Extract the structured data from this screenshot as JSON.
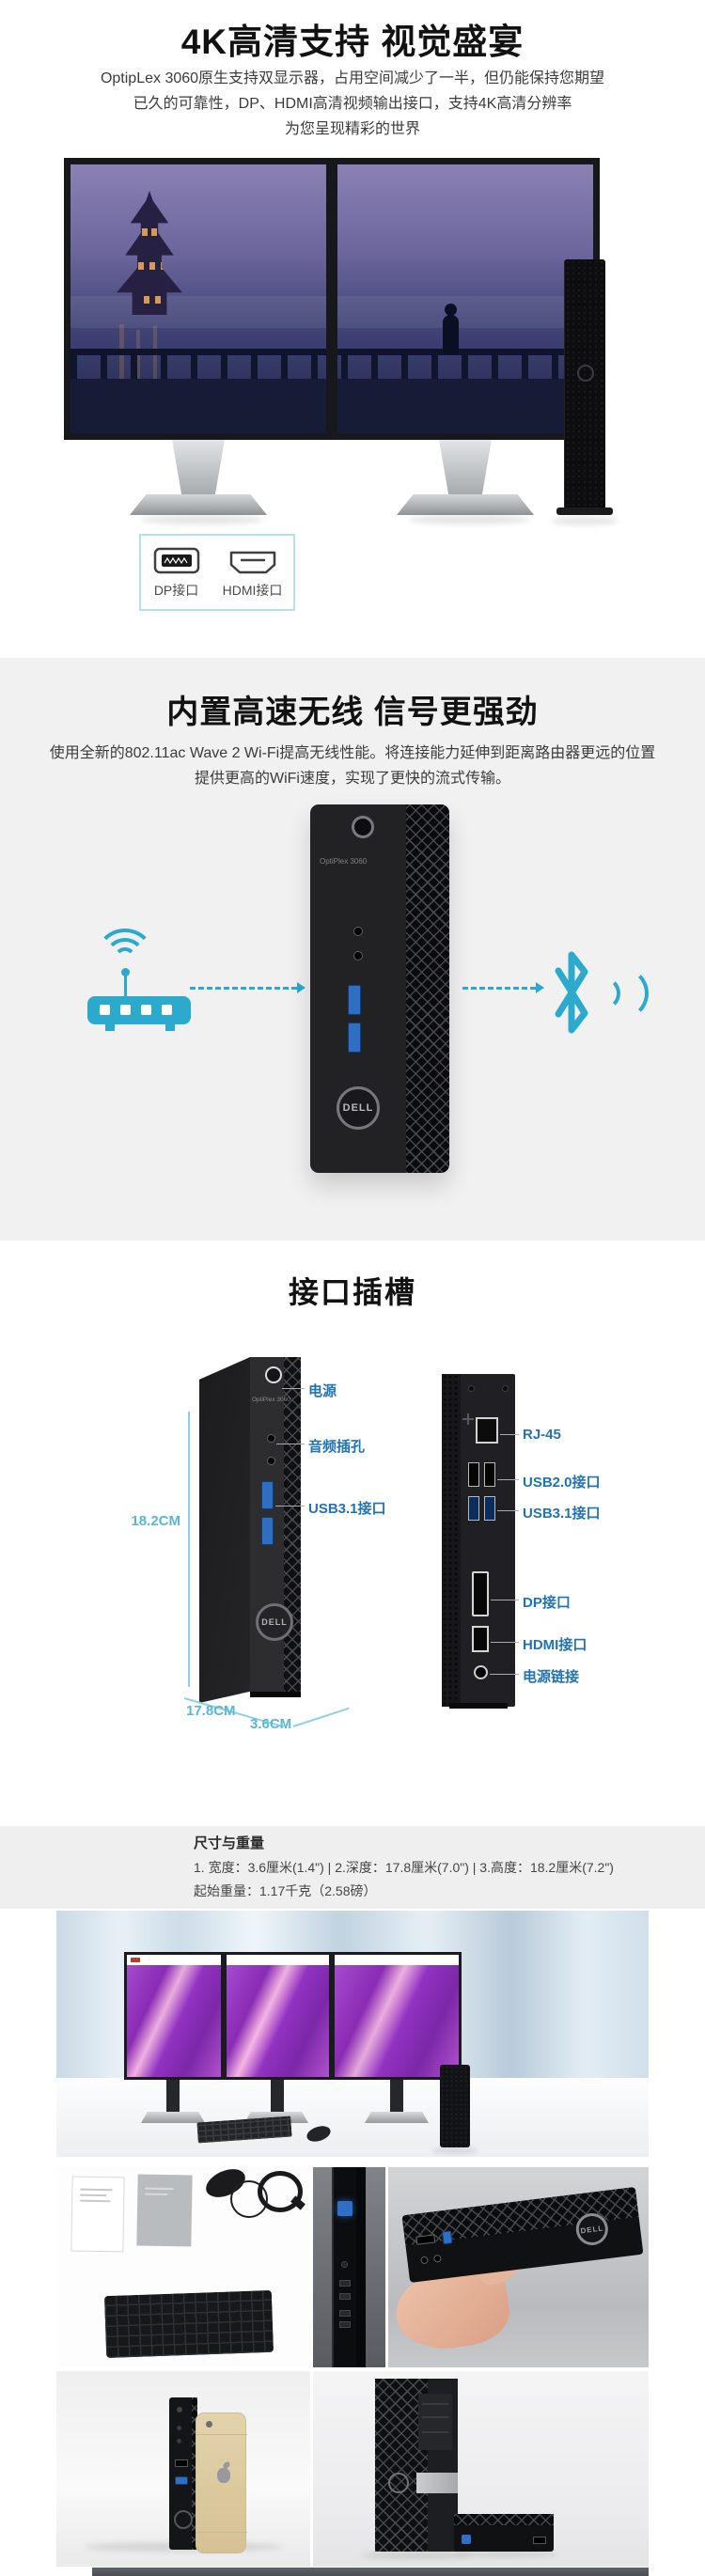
{
  "brand": "DELL",
  "device_label": "OptiPlex 3060",
  "colors": {
    "label_blue": "#2273b5",
    "dim_cyan": "#57b7da",
    "teal": "#2caacd",
    "usb_blue": "#2e6fc4",
    "wifi_section_bg": "#f1f1f2",
    "specs_section_bg": "#efeff0"
  },
  "icons": {
    "dp_port": "dp-port-icon",
    "hdmi_port": "hdmi-port-icon",
    "wifi_router": "wifi-router-icon",
    "bluetooth": "bluetooth-icon"
  },
  "section_4k": {
    "title": "4K高清支持 视觉盛宴",
    "desc": [
      "OptipLex 3060原生支持双显示器，占用空间减少了一半，但仍能保持您期望",
      "已久的可靠性，DP、HDMI高清视频输出接口，支持4K高清分辨率",
      "为您呈现精彩的世界"
    ],
    "dp_label": "DP接口",
    "hdmi_label": "HDMI接口"
  },
  "section_wifi": {
    "title": "内置高速无线 信号更强劲",
    "desc": [
      "使用全新的802.11ac Wave 2 Wi-Fi提高无线性能。将连接能力延伸到距离路由器更远的位置",
      "提供更高的WiFi速度，实现了更快的流式传输。"
    ]
  },
  "section_ports": {
    "title": "接口插槽",
    "front_power": "电源",
    "front_audio": "音频插孔",
    "front_usb": "USB3.1接口",
    "dim_height": "18.2CM",
    "dim_depth": "17.8CM",
    "dim_width": "3.6CM",
    "rear_rj45": "RJ-45",
    "rear_usb20": "USB2.0接口",
    "rear_usb31": "USB3.1接口",
    "rear_dp": "DP接口",
    "rear_hdmi": "HDMI接口",
    "rear_power": "电源链接"
  },
  "section_specs": {
    "title": "尺寸与重量",
    "line1": "1. 宽度：3.6厘米(1.4\") | 2.深度：17.8厘米(7.0\") | 3.高度：18.2厘米(7.2\")",
    "line2": "起始重量：1.17千克（2.58磅）"
  }
}
